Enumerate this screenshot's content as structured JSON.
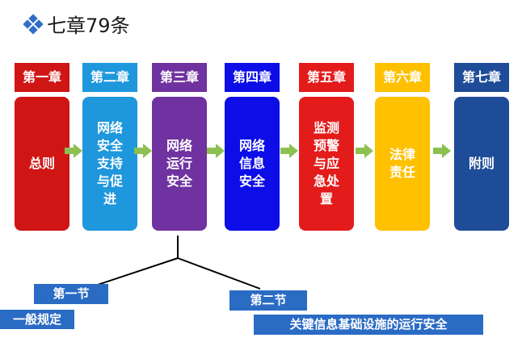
{
  "title": "七章79条",
  "chapters": [
    {
      "head": "第一章",
      "body": "总则",
      "color": "#d01515"
    },
    {
      "head": "第二章",
      "body": "网络\n安全\n支持\n与促\n进",
      "color": "#1e97dc"
    },
    {
      "head": "第三章",
      "body": "网络\n运行\n安全",
      "color": "#7032a0"
    },
    {
      "head": "第四章",
      "body": "网络\n信息\n安全",
      "color": "#0d0de8"
    },
    {
      "head": "第五章",
      "body": "监测\n预警\n与应\n急处\n置",
      "color": "#e41b1b"
    },
    {
      "head": "第六章",
      "body": "法律\n责任",
      "color": "#ffc000"
    },
    {
      "head": "第七章",
      "body": "附则",
      "color": "#1f4c98"
    }
  ],
  "sections": {
    "s1": {
      "label": "第一节",
      "desc": "一般规定"
    },
    "s2": {
      "label": "第二节",
      "desc": "关键信息基础设施的运行安全"
    }
  },
  "colors": {
    "arrow": "#8cc152",
    "section_bg": "#2a6bc4",
    "bullet": "#2e6ec8"
  }
}
